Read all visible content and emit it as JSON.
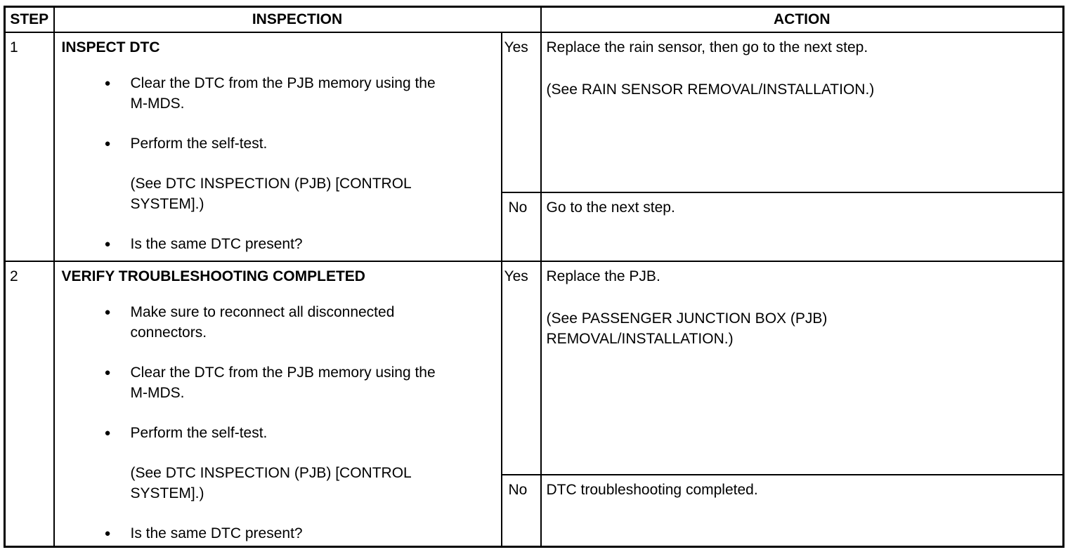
{
  "document": {
    "background": "#ffffff",
    "text_color": "#000000",
    "border_color": "#000000"
  },
  "table": {
    "headers": {
      "step": "STEP",
      "inspection": "INSPECTION",
      "action": "ACTION"
    },
    "icons": {
      "bullet": "●"
    },
    "rows": [
      {
        "step": "1",
        "title": "INSPECT DTC",
        "bullets": [
          {
            "lines": [
              "Clear the DTC from the PJB memory using the",
              "M-MDS."
            ]
          },
          {
            "lines": [
              "Perform the self-test."
            ]
          },
          {
            "note": true,
            "lines": [
              "(See DTC INSPECTION (PJB) [CONTROL",
              "SYSTEM].)"
            ]
          },
          {
            "lines": [
              "Is the same DTC present?"
            ]
          }
        ],
        "yes_label": "Yes",
        "no_label": "No",
        "yes_action": {
          "para1_lines": [
            "Replace the rain sensor, then go to the next step."
          ],
          "para2_lines": [
            "(See RAIN SENSOR REMOVAL/INSTALLATION.)"
          ]
        },
        "no_action": {
          "para1_lines": [
            "Go to the next step."
          ]
        }
      },
      {
        "step": "2",
        "title": "VERIFY TROUBLESHOOTING COMPLETED",
        "bullets": [
          {
            "lines": [
              "Make sure to reconnect all disconnected",
              "connectors."
            ]
          },
          {
            "lines": [
              "Clear the DTC from the PJB memory using the",
              "M-MDS."
            ]
          },
          {
            "lines": [
              "Perform the self-test."
            ]
          },
          {
            "note": true,
            "lines": [
              "(See DTC INSPECTION (PJB) [CONTROL",
              "SYSTEM].)"
            ]
          },
          {
            "lines": [
              "Is the same DTC present?"
            ]
          }
        ],
        "yes_label": "Yes",
        "no_label": "No",
        "yes_action": {
          "para1_lines": [
            "Replace the PJB."
          ],
          "para2_lines": [
            "(See PASSENGER JUNCTION BOX (PJB)",
            "REMOVAL/INSTALLATION.)"
          ]
        },
        "no_action": {
          "para1_lines": [
            "DTC troubleshooting completed."
          ]
        }
      }
    ]
  }
}
